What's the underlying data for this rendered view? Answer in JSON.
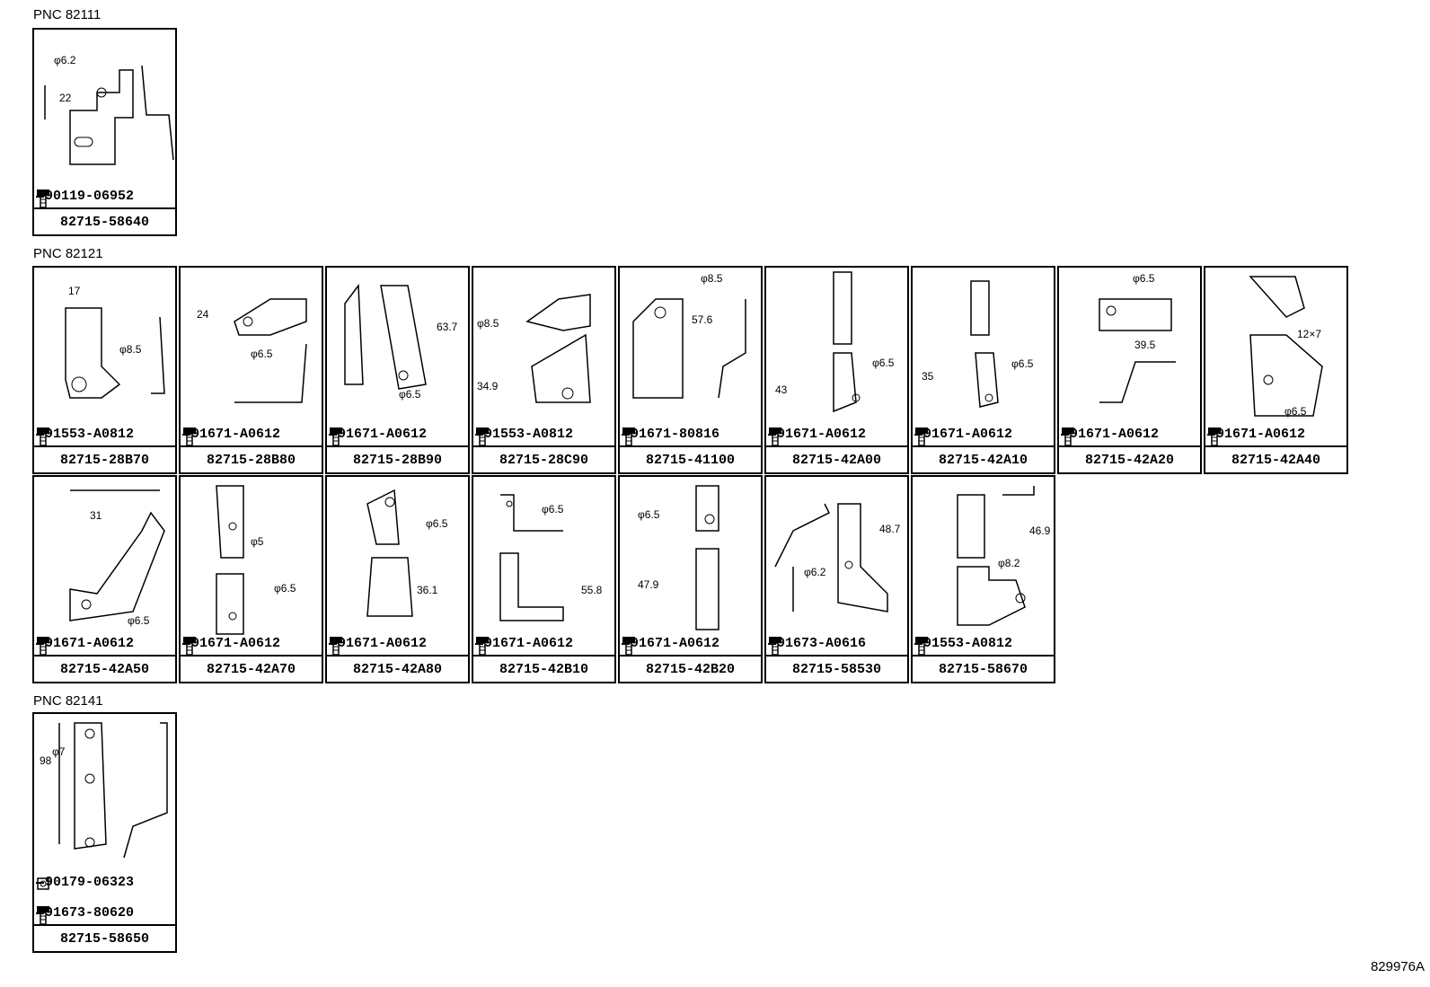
{
  "groups": [
    {
      "pnc": "PNC 82111",
      "cells": [
        {
          "part": "82715-58640",
          "fasteners": [
            "90119-06952"
          ],
          "dims": [
            "φ6.2",
            "22"
          ]
        }
      ]
    },
    {
      "pnc": "PNC 82121",
      "cells": [
        {
          "part": "82715-28B70",
          "fasteners": [
            "91553-A0812"
          ],
          "dims": [
            "17",
            "φ8.5"
          ]
        },
        {
          "part": "82715-28B80",
          "fasteners": [
            "91671-A0612"
          ],
          "dims": [
            "24",
            "φ6.5"
          ]
        },
        {
          "part": "82715-28B90",
          "fasteners": [
            "91671-A0612"
          ],
          "dims": [
            "63.7",
            "φ6.5"
          ]
        },
        {
          "part": "82715-28C90",
          "fasteners": [
            "91553-A0812"
          ],
          "dims": [
            "φ8.5",
            "34.9"
          ]
        },
        {
          "part": "82715-41100",
          "fasteners": [
            "91671-80816"
          ],
          "dims": [
            "φ8.5",
            "57.6"
          ]
        },
        {
          "part": "82715-42A00",
          "fasteners": [
            "91671-A0612"
          ],
          "dims": [
            "43",
            "φ6.5"
          ]
        },
        {
          "part": "82715-42A10",
          "fasteners": [
            "91671-A0612"
          ],
          "dims": [
            "35",
            "φ6.5"
          ]
        },
        {
          "part": "82715-42A20",
          "fasteners": [
            "91671-A0612"
          ],
          "dims": [
            "φ6.5",
            "39.5"
          ]
        },
        {
          "part": "82715-42A40",
          "fasteners": [
            "91671-A0612"
          ],
          "dims": [
            "12×7",
            "φ6.5"
          ]
        },
        {
          "part": "82715-42A50",
          "fasteners": [
            "91671-A0612"
          ],
          "dims": [
            "31",
            "φ6.5"
          ]
        },
        {
          "part": "82715-42A70",
          "fasteners": [
            "91671-A0612"
          ],
          "dims": [
            "φ5",
            "φ6.5"
          ]
        },
        {
          "part": "82715-42A80",
          "fasteners": [
            "91671-A0612"
          ],
          "dims": [
            "φ6.5",
            "36.1"
          ]
        },
        {
          "part": "82715-42B10",
          "fasteners": [
            "91671-A0612"
          ],
          "dims": [
            "φ6.5",
            "55.8"
          ]
        },
        {
          "part": "82715-42B20",
          "fasteners": [
            "91671-A0612"
          ],
          "dims": [
            "φ6.5",
            "47.9"
          ]
        },
        {
          "part": "82715-58530",
          "fasteners": [
            "91673-A0616"
          ],
          "dims": [
            "48.7",
            "φ6.2"
          ]
        },
        {
          "part": "82715-58670",
          "fasteners": [
            "91553-A0812"
          ],
          "dims": [
            "46.9",
            "φ8.2"
          ]
        }
      ]
    },
    {
      "pnc": "PNC 82141",
      "cells": [
        {
          "part": "82715-58650",
          "fasteners": [
            "90179-06323",
            "91673-80620"
          ],
          "dims": [
            "φ7",
            "98"
          ]
        }
      ]
    }
  ],
  "ref": "829976A"
}
